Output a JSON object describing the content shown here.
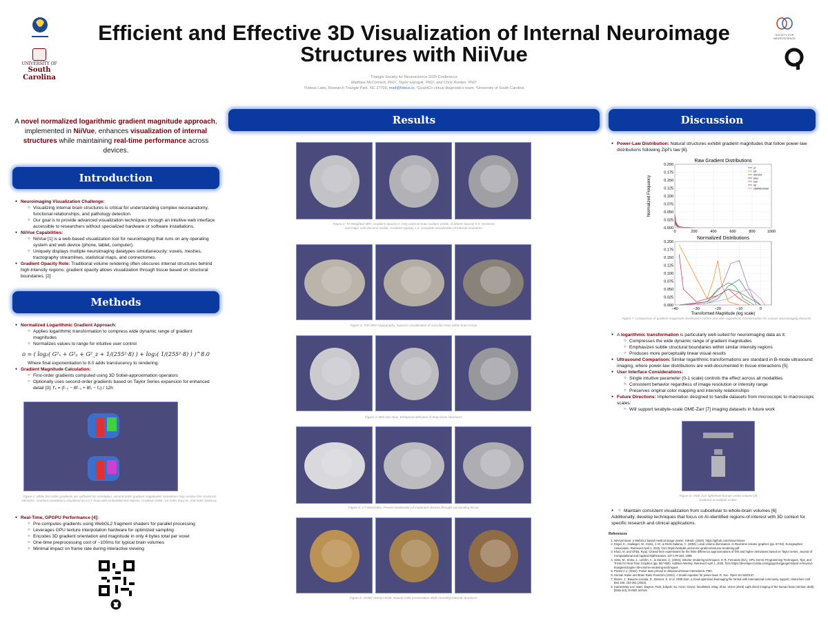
{
  "title": "Efficient and Effective 3D Visualization of Internal Neuroimage Structures with NiiVue",
  "affiliations": {
    "conference": "Triangle Society for Neuroscience 2025 Conference",
    "authors": "Matthew McCormick, PhD¹, Taylor Hanayik, PhD², and Chris Rorden, PhD³",
    "institutions_prefix": "¹Fideus Labs, Research Triangle Park, NC 27709, ",
    "email": "matt@fideus.io",
    "institutions_suffix": ", ²QuantCo virtual diagnostics team, ³University of South Carolina"
  },
  "logos": {
    "usc_line1": "UNIVERSITY OF",
    "usc_line2": "South Carolina",
    "sfn": "SOCIETY FOR NEUROSCIENCE"
  },
  "colors": {
    "banner": "#0a3aa0",
    "keyword": "#73000a",
    "figure_bg": "#4a4a7c"
  },
  "lead": {
    "p1": "A ",
    "k1": "novel normalized logarithmic gradient magnitude approach",
    "p2": ", implemented in ",
    "k2": "NiiVue",
    "p3": ", enhances ",
    "k3": "visualization of internal structures",
    "p4": " while maintaining ",
    "k4": "real-time performance",
    "p5": " across devices."
  },
  "sections": {
    "introduction": "Introduction",
    "methods": "Methods",
    "results": "Results",
    "discussion": "Discussion"
  },
  "intro": {
    "b1_title": "Neuroimaging Visualization Challenge:",
    "b1_s1": "Visualizing internal brain structures is critical for understanding complex neuroanatomy, functional relationships, and pathology detection.",
    "b1_s2": "Our goal is to provide advanced visualization techniques through an intuitive web interface accessible to researchers without specialized hardware or software installations.",
    "b2_title": "NiiVue Capabilities:",
    "b2_s1": "NiiVue [1] is a web-based visualization tool for neuroimaging that runs on any operating system and web device (phone, tablet, computer).",
    "b2_s2": "Uniquely displays multiple neuroimaging datatypes simultaneously: voxels, meshes, tractography streamlines, statistical maps, and connectomes.",
    "b3_title": "Gradient Opacity Role:",
    "b3_text": " Traditional volume rendering often obscures internal structures behind high-intensity regions; gradient opacity allows visualization through tissue based on structural boundaries. [2]"
  },
  "methods": {
    "m1_title": "Normalized Logarithmic Gradient Approach:",
    "m1_s1": "Applies logarithmic transformation to compress wide dynamic range of gradient magnitudes",
    "m1_s2": "Normalizes values to range for intuitive user control",
    "formula": "o = ( log₂( G²ₓ + G²ᵧ + G²_z + 1/(255²·8) ) + log₂( 1/(255²·8) ) )^8.0",
    "m1_after": "Where final exponentiation to 8.0 adds translucency to rendering.",
    "m2_title": "Gradient Magnitude Calculation:",
    "m2_s1": "First-order gradients computed using 3D Sobel-approximation operators",
    "m2_s2": "Optionally uses second-order gradients based on Taylor Series expansion for enhanced detail [3]: f′ₓ = (f₋₂ − 8f₋₁ + 8f₁ − f₂) / 12h",
    "fig1_caption": "Figure 1: While first-order gradients are sufficient for orientation, second-order gradient magnitudes sometimes help resolve fine structural elements. Gradient orientations visualized on a CT brain with embedded test objects. Gradient Order: 1st order (top) vs. 2nd order (bottom).",
    "m3_title": "Real-Time, GPGPU Performance [4]:",
    "m3_s1": "Pre-computes gradients using WebGL2 fragment shaders for parallel processing",
    "m3_s2": "Leverages GPU texture interpolation hardware for optimized sampling",
    "m3_s3": "Encodes 3D gradient orientation and magnitude in only 4 bytes total per voxel",
    "m3_s4": "One-time preprocessing cost of ~100ms for typical brain volumes",
    "m3_s5": "Minimal impact on frame rate during interactive viewing"
  },
  "results": {
    "fig2": "Figure 2: T1-Weighted MRI. Gradient Opacity 0: Only external brain surface visible. Gradient Opacity 0.5: Ventricles and major sulci become visible. Gradient Opacity 1.0: Complete visualization of internal structures.",
    "fig3": "Figure 3: TOF MRI Angiography. Superior visualization of vascular trees within brain tissue.",
    "fig4": "Figure 4: MNI 152 Atlas. Enhanced definition of deep brain structures.",
    "fig5": "Figure 5: CT electrodes. Precise localization of implanted devices through surrounding tissue.",
    "fig6": "Figure 6: Visible Human RGB. Natural color preservation while revealing internal structures."
  },
  "discussion": {
    "d1_title": "Power-Law Distribution:",
    "d1_text": " Natural structures exhibit gradient magnitudes that follow power-law distributions following Zipf's law [6].",
    "fig7": "Figure 7: Comparison of gradient magnitude distributions before and after logarithmic transformation for various neuroimaging datasets.",
    "d2_pre": "A ",
    "d2_title": "logarithmic transformation",
    "d2_text": " is particularly well-suited for neuroimaging data as it:",
    "d2_s1": "Compresses the wide dynamic range of gradient magnitudes",
    "d2_s2": "Emphasizes subtle structural boundaries within similar intensity regions",
    "d2_s3": "Produces more perceptually linear visual results",
    "d3_title": "Ultrasound Comparison:",
    "d3_text": " Similar logarithmic transformations are standard in B-mode ultrasound imaging, where power-law distributions are well-documented in tissue interactions [5].",
    "d4_title": "User Interface Considerations:",
    "d4_s1": "Single intuitive parameter (0-1 scale) controls the effect across all modalities",
    "d4_s2": "Consistent behavior regardless of image resolution or intensity range",
    "d4_s3": "Preserves original color mapping and intensity relationships",
    "d5_title": "Future Directions:",
    "d5_text": " Implementation designed to handle datasets from microscopic to macroscopic scales:",
    "d5_s1": "Will support terabyte-scale OME-Zarr [7] imaging datasets in future work",
    "fig8": "Figure 8: OME-Zarr lightsheet human vertex volume [8] rendered at multiple scales.",
    "d5_s2": "Maintain consistent visualization from subcellular to whole-brain volumes [6]",
    "d6_text": "Additionally, develop techniques that focus on AI-identified regions-of-interest with 3D context for specific research and clinical applications."
  },
  "references": {
    "heading": "References",
    "items": [
      "NiiVue/niivue: a WebGL2 based medical image viewer. GitHub. (2025). https://github.com/niivue/niivue",
      "Engel, K., Hadwiger, M., Kniss, J. M., & Rezk-Salama, C. (2006). Local volume illumination. In Real-time volume graphics (pp. 87-92). Eurographics Association. Retrieved April 1, 2025, from https://webdiis.unizar.es/~graficos/volume-rendering.pdf",
      "Khan, M. and Ohba, Ryuji. Closed-form expressions for the finite difference approximations of first and higher derivatives based on Taylor series. Journal of Computational and Applied Mathematics, 107:179-193, 1999.",
      "Sims, M., Kniss, J., Lefohn, A., & Hansen, C. (2004). Volume rendering techniques. In R. Fernando (Ed.), GPU Gems: Programming Techniques, Tips, and Tricks for Real-Time Graphics (pp. 667-690). Addison-Wesley. Retrieved April 1, 2025, from https://developer.nvidia.com/gpugems/gpugems/part-vi-beyond-triangles/chapter-39-volume-rendering-techniques",
      "Pertes A.J. (2022). Power laws prevail in ultrasound-tissue interactions. PMC.",
      "Human Salon and Brain Ratio Francisco (2022). A model equation for power laws. R. Soc. Open Sci 9220137.",
      "Moore, J., Basurto-Lozada, D., Besson, S. et al. OME-Zarr: a cloud-optimized bioimaging file format with international community support. Histochem Cell Biol 160, 223-251 (2023).",
      "Kamenitsky Lee; Marc; Dayton; Park; Jubyuk; Su; Anon; Clover; Nicollettes; Ming; Zhao, Victor (2023) Light sheet imaging of the human brain (Version draft) [Data set]. DANDI archive."
    ]
  },
  "chart_data": [
    {
      "type": "line",
      "title": "Raw Gradient Distributions",
      "xlabel": "",
      "ylabel": "Normalized Frequency",
      "xlim": [
        0,
        1000
      ],
      "ylim": [
        0,
        0.2
      ],
      "xticks": [
        "0",
        "200",
        "400",
        "600",
        "800",
        "1000"
      ],
      "yticks": [
        "0.000",
        "0.025",
        "0.050",
        "0.075",
        "0.100",
        "0.125",
        "0.150",
        "0.175",
        "0.200"
      ],
      "grid": true,
      "legend": "top-right",
      "series": [
        {
          "name": "ct",
          "color": "#1f77b4",
          "x": [
            0,
            10,
            25,
            50,
            100,
            200
          ],
          "y": [
            0.02,
            0.012,
            0.006,
            0.002,
            0.0005,
            0.0
          ]
        },
        {
          "name": "tof",
          "color": "#ff7f0e",
          "x": [
            0,
            10,
            25,
            50,
            100,
            200
          ],
          "y": [
            0.03,
            0.015,
            0.008,
            0.003,
            0.001,
            0.0
          ]
        },
        {
          "name": "mni152",
          "color": "#2ca02c",
          "x": [
            0,
            10,
            25,
            50,
            100,
            200
          ],
          "y": [
            0.018,
            0.01,
            0.005,
            0.002,
            0.0005,
            0.0
          ]
        },
        {
          "name": "elec",
          "color": "#d62728",
          "x": [
            0,
            10,
            25,
            50,
            100,
            200
          ],
          "y": [
            0.04,
            0.02,
            0.009,
            0.003,
            0.001,
            0.0
          ]
        },
        {
          "name": "t1w",
          "color": "#9467bd",
          "x": [
            0,
            10,
            25,
            50,
            100,
            200
          ],
          "y": [
            0.025,
            0.014,
            0.007,
            0.002,
            0.0005,
            0.0
          ]
        },
        {
          "name": "hp",
          "color": "#8c564b",
          "x": [
            0,
            10,
            25,
            50,
            100,
            200
          ],
          "y": [
            0.015,
            0.009,
            0.004,
            0.001,
            0.0003,
            0.0
          ]
        },
        {
          "name": "visiblehuman",
          "color": "#e377c2",
          "x": [
            0,
            10,
            25,
            50,
            100,
            200
          ],
          "y": [
            0.012,
            0.007,
            0.003,
            0.001,
            0.0002,
            0.0
          ]
        }
      ]
    },
    {
      "type": "line",
      "title": "Normalized Distributions",
      "xlabel": "Transformed Magnitude (log scale)",
      "ylabel": "",
      "xlim": [
        -40,
        5
      ],
      "ylim": [
        0,
        0.2
      ],
      "xticks": [
        "−40",
        "−30",
        "−20",
        "−10",
        "0"
      ],
      "yticks": [
        "0.000",
        "0.025",
        "0.050",
        "0.075",
        "0.100",
        "0.125",
        "0.150",
        "0.175",
        "0.200"
      ],
      "grid": true,
      "series": [
        {
          "name": "ct",
          "color": "#1f77b4",
          "x": [
            -38,
            -25,
            -20,
            -15,
            -10,
            -5,
            0
          ],
          "y": [
            0.0,
            0.005,
            0.02,
            0.06,
            0.08,
            0.03,
            0.0
          ]
        },
        {
          "name": "tof",
          "color": "#ff7f0e",
          "x": [
            -38,
            -25,
            -22,
            -20,
            -18,
            -15,
            -10
          ],
          "y": [
            0.19,
            0.02,
            0.08,
            0.14,
            0.06,
            0.01,
            0.0
          ]
        },
        {
          "name": "mni152",
          "color": "#2ca02c",
          "x": [
            -38,
            -25,
            -20,
            -15,
            -12,
            -8,
            -3
          ],
          "y": [
            0.0,
            0.01,
            0.05,
            0.07,
            0.06,
            0.02,
            0.0
          ]
        },
        {
          "name": "elec",
          "color": "#d62728",
          "x": [
            -38,
            -36,
            -30,
            -20,
            -15,
            -10,
            -5
          ],
          "y": [
            0.16,
            0.05,
            0.01,
            0.03,
            0.05,
            0.02,
            0.0
          ]
        },
        {
          "name": "t1w",
          "color": "#9467bd",
          "x": [
            -38,
            -25,
            -18,
            -14,
            -10,
            -6,
            -2
          ],
          "y": [
            0.0,
            0.01,
            0.06,
            0.13,
            0.14,
            0.06,
            0.0
          ]
        },
        {
          "name": "hp",
          "color": "#8c564b",
          "x": [
            -38,
            -25,
            -20,
            -15,
            -10,
            -5,
            0
          ],
          "y": [
            0.0,
            0.01,
            0.03,
            0.05,
            0.04,
            0.02,
            0.0
          ]
        },
        {
          "name": "visiblehuman",
          "color": "#e377c2",
          "x": [
            -38,
            -25,
            -15,
            -10,
            -5,
            0,
            2
          ],
          "y": [
            0.0,
            0.005,
            0.02,
            0.04,
            0.05,
            0.02,
            0.0
          ]
        }
      ]
    }
  ]
}
